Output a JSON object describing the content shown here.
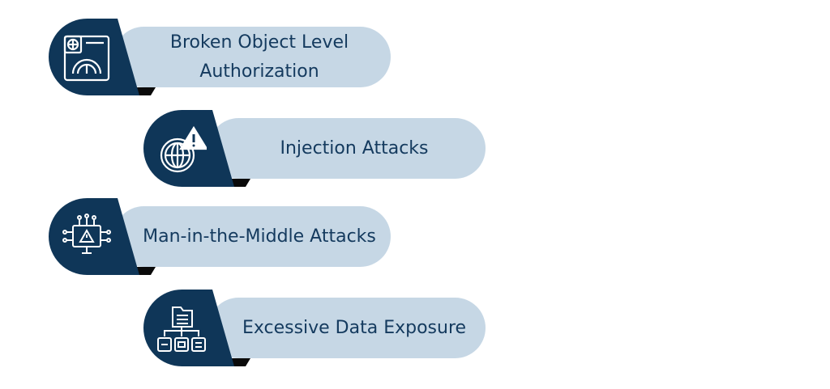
{
  "colors": {
    "dark": "#0f3658",
    "pill": "#c6d7e5",
    "text": "#143a5e",
    "shadow": "#0a0a0a"
  },
  "items": [
    {
      "label": "Broken Object Level Authorization",
      "icon": "browser-gauge-icon"
    },
    {
      "label": "Injection Attacks",
      "icon": "globe-warning-icon"
    },
    {
      "label": "Man-in-the-Middle Attacks",
      "icon": "monitor-circuit-warning-icon"
    },
    {
      "label": "Excessive Data Exposure",
      "icon": "folder-hierarchy-icon"
    }
  ]
}
